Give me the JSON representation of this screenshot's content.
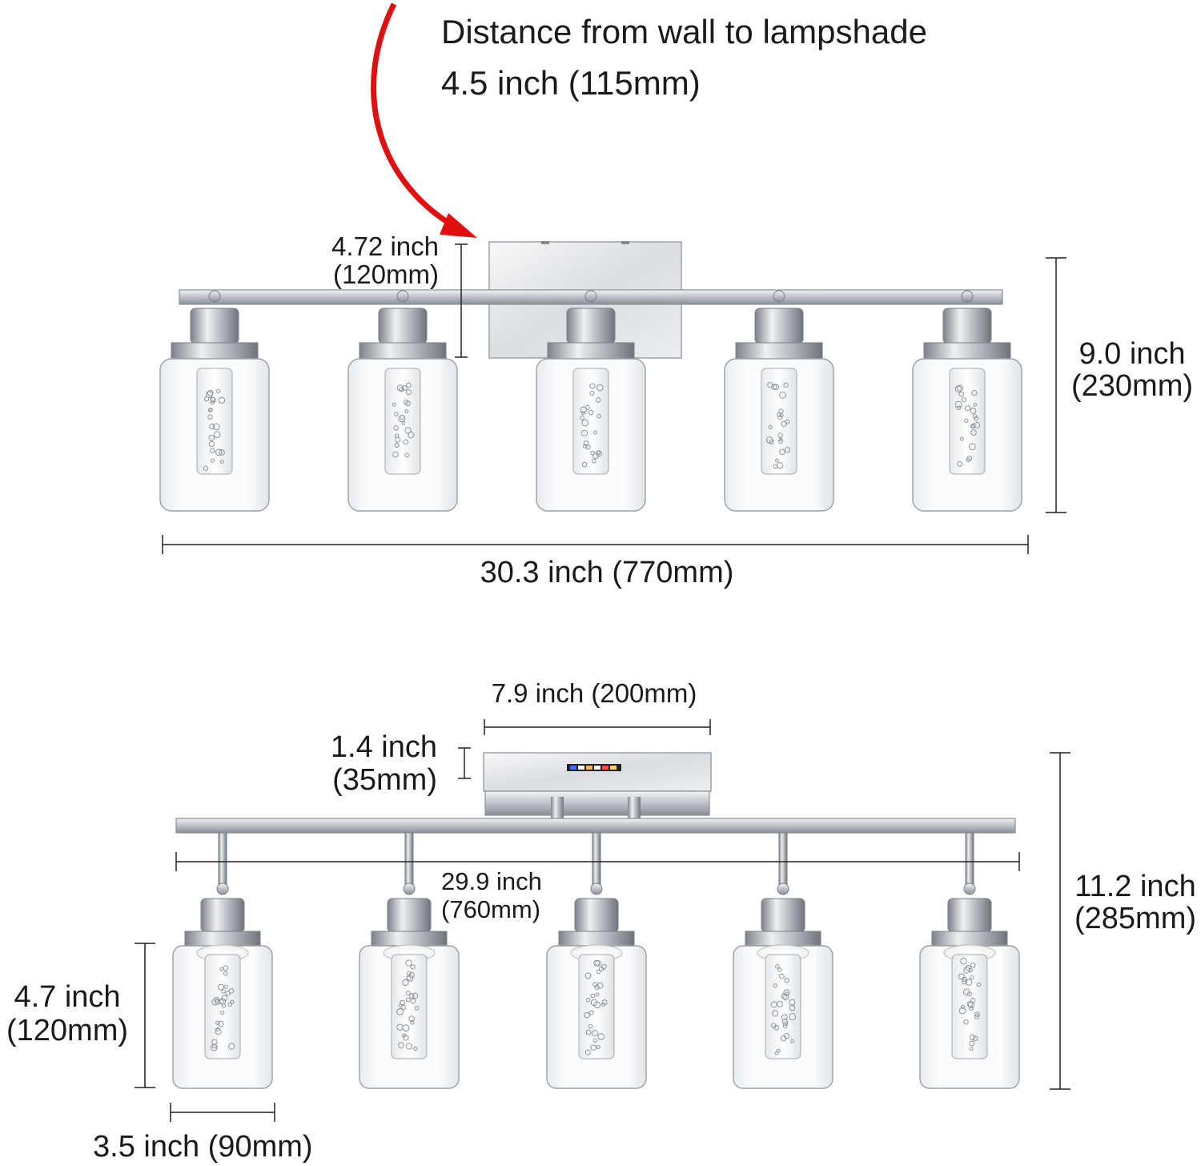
{
  "top_view": {
    "note_title": "Distance from wall to lampshade",
    "note_value": "4.5 inch (115mm)",
    "plate_height_in": "4.72 inch",
    "plate_height_mm": "(120mm)",
    "total_height_in": "9.0 inch",
    "total_height_mm": "(230mm)",
    "total_width": "30.3 inch (770mm)",
    "lamp_count": 5
  },
  "bottom_view": {
    "plate_width": "7.9 inch (200mm)",
    "plate_depth_in": "1.4 inch",
    "plate_depth_mm": "(35mm)",
    "bar_length_in": "29.9 inch",
    "bar_length_mm": "(760mm)",
    "total_height_in": "11.2 inch",
    "total_height_mm": "(285mm)",
    "shade_height_in": "4.7 inch",
    "shade_height_mm": "(120mm)",
    "shade_width": "3.5 inch (90mm)",
    "lamp_count": 5
  },
  "colors": {
    "arrow": "#e01010",
    "chrome": "#b9bdc3",
    "line": "#222222"
  }
}
